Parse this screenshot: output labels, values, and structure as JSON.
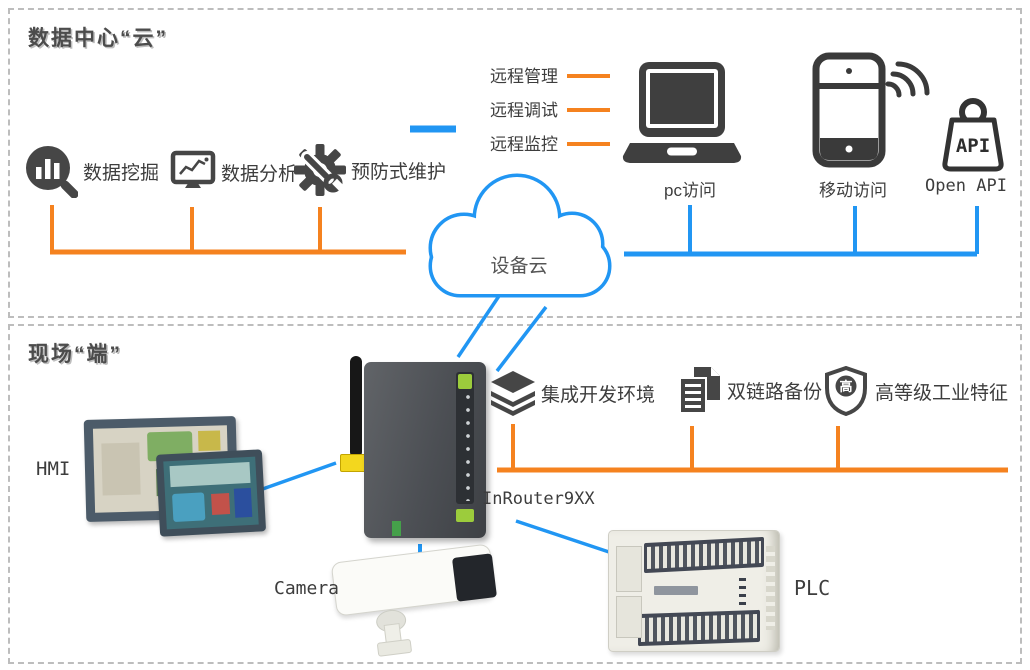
{
  "colors": {
    "orange": "#F5821F",
    "blue": "#2196F3",
    "icon_gray": "#464646"
  },
  "cloud_section": {
    "title": "数据中心“云”",
    "features": [
      {
        "label": "数据挖掘",
        "icon": "data-mining-icon"
      },
      {
        "label": "数据分析",
        "icon": "data-analysis-icon"
      },
      {
        "label": "预防式维护",
        "icon": "gear-wrench-icon"
      }
    ],
    "cloud_label": "设备云",
    "remote_links": [
      {
        "label": "远程管理"
      },
      {
        "label": "远程调试"
      },
      {
        "label": "远程监控"
      }
    ],
    "access_nodes": [
      {
        "label": "pc访问",
        "icon": "laptop-icon"
      },
      {
        "label": "移动访问",
        "icon": "smartphone-icon"
      },
      {
        "label": "Open API",
        "icon": "api-bag-icon"
      }
    ],
    "api_bag_text": "API"
  },
  "field_section": {
    "title": "现场“端”",
    "features": [
      {
        "label": "集成开发环境",
        "icon": "layers-icon"
      },
      {
        "label": "双链路备份",
        "icon": "documents-icon"
      },
      {
        "label": "高等级工业特征",
        "icon": "shield-icon"
      }
    ],
    "shield_badge": "高",
    "devices": {
      "hmi_label": "HMI",
      "router_label": "InRouter9XX",
      "camera_label": "Camera",
      "plc_label": "PLC"
    }
  }
}
